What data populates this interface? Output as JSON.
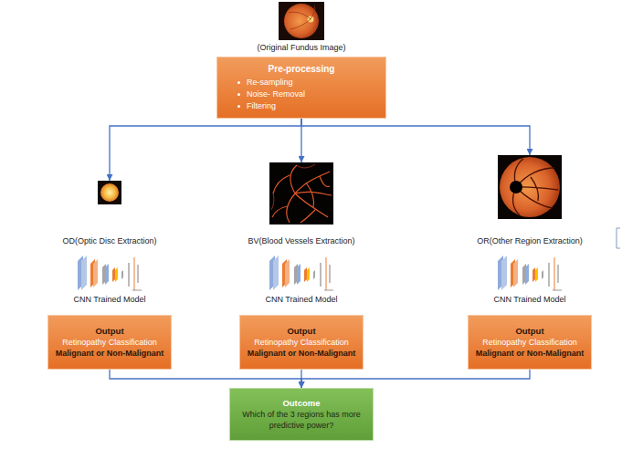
{
  "diagram": {
    "nodes": [
      {
        "text": [
          "Pre-processing",
          "Re-sampling",
          "Noise- Removal",
          "Filtering"
        ]
      },
      {
        "text": [
          "OD(Optic Disc Extraction)"
        ]
      },
      {
        "text": [
          "BV(Blood Vessels Extraction)"
        ]
      },
      {
        "text": [
          "OR(Other Region Extraction)"
        ]
      },
      {
        "text": [
          "Output",
          "Retinopathy Classification",
          "Malignant or Non-Malignant"
        ]
      },
      {
        "text": [
          "Output",
          "Retinopathy Classification",
          "Malignant or Non-Malignant"
        ]
      },
      {
        "text": [
          "Output",
          "Retinopathy Classification",
          "Malignant or Non-Malignant"
        ]
      },
      {
        "text": [
          "Outcome",
          "Which of the 3 regions has more predictive power?"
        ]
      }
    ],
    "edges": [
      {
        "from": 0,
        "to": 1,
        "arrow": "to"
      },
      {
        "from": 0,
        "to": 2,
        "arrow": "to"
      },
      {
        "from": 0,
        "to": 3,
        "arrow": "to"
      },
      {
        "from": 4,
        "to": 7,
        "arrow": "to"
      },
      {
        "from": 5,
        "to": 7,
        "arrow": "to"
      },
      {
        "from": 6,
        "to": 7,
        "arrow": "to"
      }
    ],
    "labels": [
      "(Original Fundus Image)",
      "CNN Trained Model",
      "CNN Trained Model",
      "CNN Trained Model"
    ]
  }
}
